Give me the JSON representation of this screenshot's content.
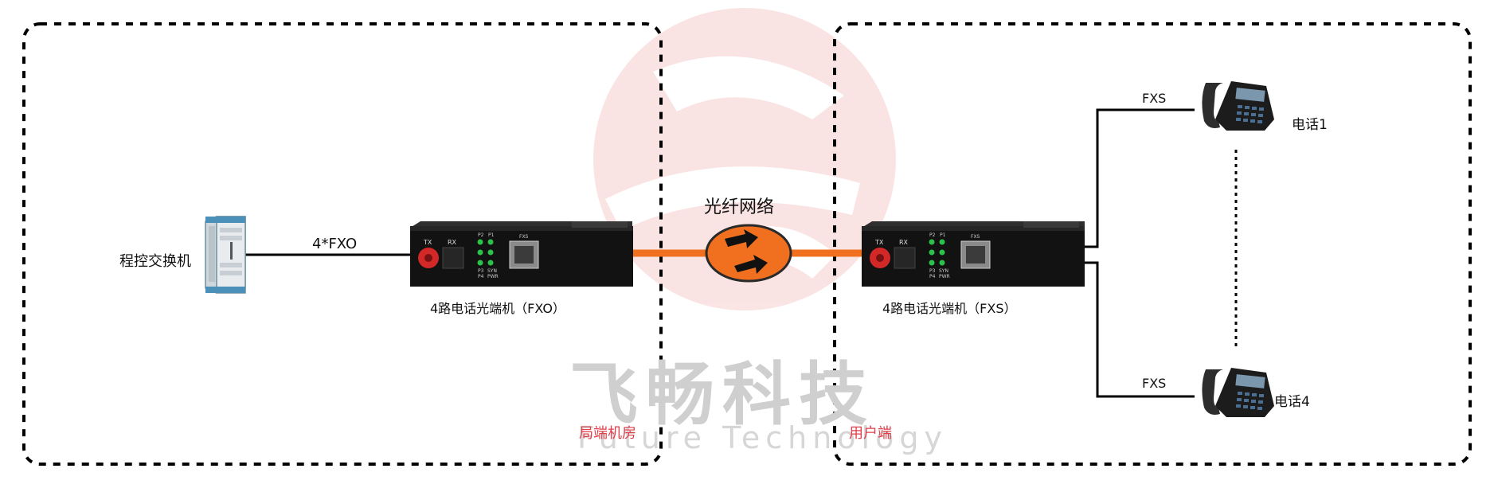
{
  "labels": {
    "exchange": "程控交换机",
    "fxo_link": "4*FXO",
    "device_left": "4路电话光端机（FXO）",
    "fiber_network": "光纤网络",
    "device_right": "4路电话光端机（FXS）",
    "fxs_top": "FXS",
    "fxs_bottom": "FXS",
    "phone1": "电话1",
    "phone4": "电话4",
    "zone_left": "局端机房",
    "zone_right": "用户端"
  },
  "device_panel": {
    "tx": "TX",
    "rx": "RX",
    "led_p2": "P2",
    "led_p1": "P1",
    "led_p3": "P3",
    "led_p4": "P4",
    "led_syn": "SYN",
    "led_pwr": "PWR",
    "port": "FXS"
  },
  "watermark": {
    "cn": "飞畅科技",
    "en": "Future Technology"
  },
  "colors": {
    "fiber": "#f07020",
    "zone_label": "#e0404a",
    "watermark": "#e9a0a0"
  }
}
